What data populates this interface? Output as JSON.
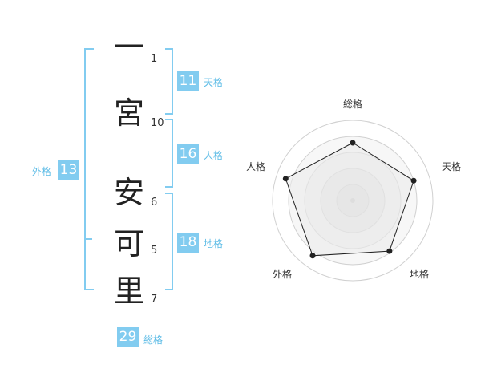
{
  "name": {
    "chars": [
      {
        "char": "一",
        "strokes": "1"
      },
      {
        "char": "宮",
        "strokes": "10"
      },
      {
        "char": "安",
        "strokes": "6"
      },
      {
        "char": "可",
        "strokes": "5"
      },
      {
        "char": "里",
        "strokes": "7"
      }
    ]
  },
  "kakusu": {
    "tenkaku": {
      "value": "11",
      "label": "天格"
    },
    "jinkaku": {
      "value": "16",
      "label": "人格"
    },
    "chikaku": {
      "value": "18",
      "label": "地格"
    },
    "gaikaku": {
      "value": "13",
      "label": "外格"
    },
    "soukaku": {
      "value": "29",
      "label": "総格"
    }
  },
  "colors": {
    "accent": "#82ccf0",
    "accent_text": "#5bbbe6",
    "radar_fill": "#f0f0f0",
    "radar_line": "#222222"
  },
  "chart_data": {
    "type": "radar",
    "axes": [
      "総格",
      "天格",
      "地格",
      "外格",
      "人格"
    ],
    "values": [
      0.72,
      0.8,
      0.78,
      0.85,
      0.88
    ],
    "range": [
      0,
      1
    ],
    "rings": 5
  }
}
